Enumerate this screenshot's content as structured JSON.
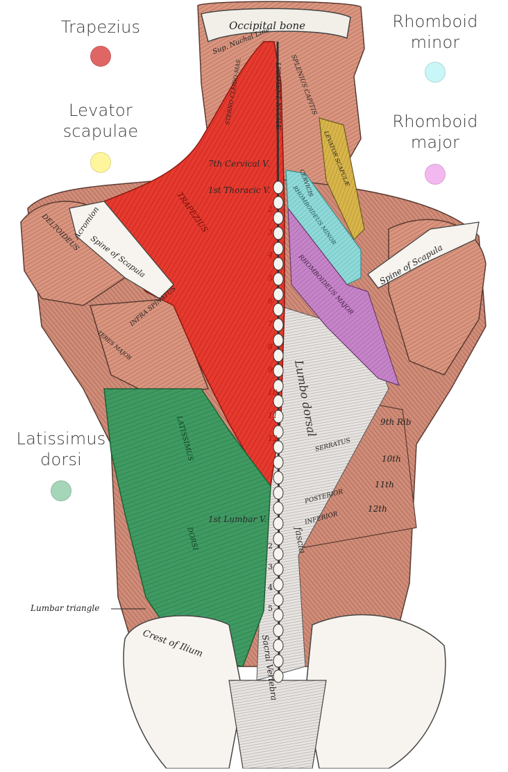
{
  "legend": [
    {
      "label_lines": [
        "Trapezius"
      ],
      "color": "#e06666"
    },
    {
      "label_lines": [
        "Levator",
        "scapulae"
      ],
      "color": "#fff59d"
    },
    {
      "label_lines": [
        "Latissimus",
        "dorsi"
      ],
      "color": "#a5d6b7"
    },
    {
      "label_lines": [
        "Rhomboid",
        "minor"
      ],
      "color": "#c9f6f7"
    },
    {
      "label_lines": [
        "Rhomboid",
        "major"
      ],
      "color": "#f4b8f0"
    }
  ],
  "diagram_labels": {
    "occipital_bone": "Occipital bone",
    "sup_nuchal_line": "Sup. Nuchal Line",
    "ligament_nuchae": "LIGAMENT. NUCHÆ",
    "sterno_cleido": "STERNO-CLEIDO-MAS.",
    "splenius_capitis": "SPLENIUS CAPITIS",
    "levator_scapulae": "LEVATOR SCAPULÆ",
    "splenius_cervicis": "CERVICIS",
    "cervical_v": "7th Cervical V.",
    "thoracic_v": "1st Thoracic V.",
    "acromion": "Acromion",
    "spine_of_scapula_left": "Spine of Scapula",
    "spine_of_scapula_right": "Spine of Scapula",
    "deltoideus": "DELTOIDEUS",
    "trapezius": "TRAPEZIUS",
    "rhomboideus_minor": "RHOMBOIDEUS MINOR",
    "rhomboideus_major": "RHOMBOIDEUS MAJOR",
    "infraspinatus": "INFRA SPINATUS",
    "teres_major": "TERES MAJOR",
    "lumbo_dorsal": "Lumbo dorsal",
    "fascia": "fascia",
    "ninth_rib": "9th Rib",
    "tenth": "10th",
    "eleventh": "11th",
    "twelfth": "12th",
    "serratus": "SERRATUS",
    "posterior": "POSTERIOR",
    "inferior": "INFERIOR",
    "latissimus": "LATISSIMUS",
    "dorsi": "DORSI",
    "lumbar_v": "1st Lumbar V.",
    "lumbar_triangle": "Lumbar triangle",
    "crest_of_ilium": "Crest of Ilium",
    "sacral_vertebra": "Sacral Vertebra"
  },
  "vertebra_numbers": [
    "2",
    "3",
    "4",
    "5",
    "6",
    "7",
    "8",
    "9",
    "10",
    "11",
    "12"
  ],
  "lumbar_numbers": [
    "2",
    "3",
    "4",
    "5"
  ]
}
